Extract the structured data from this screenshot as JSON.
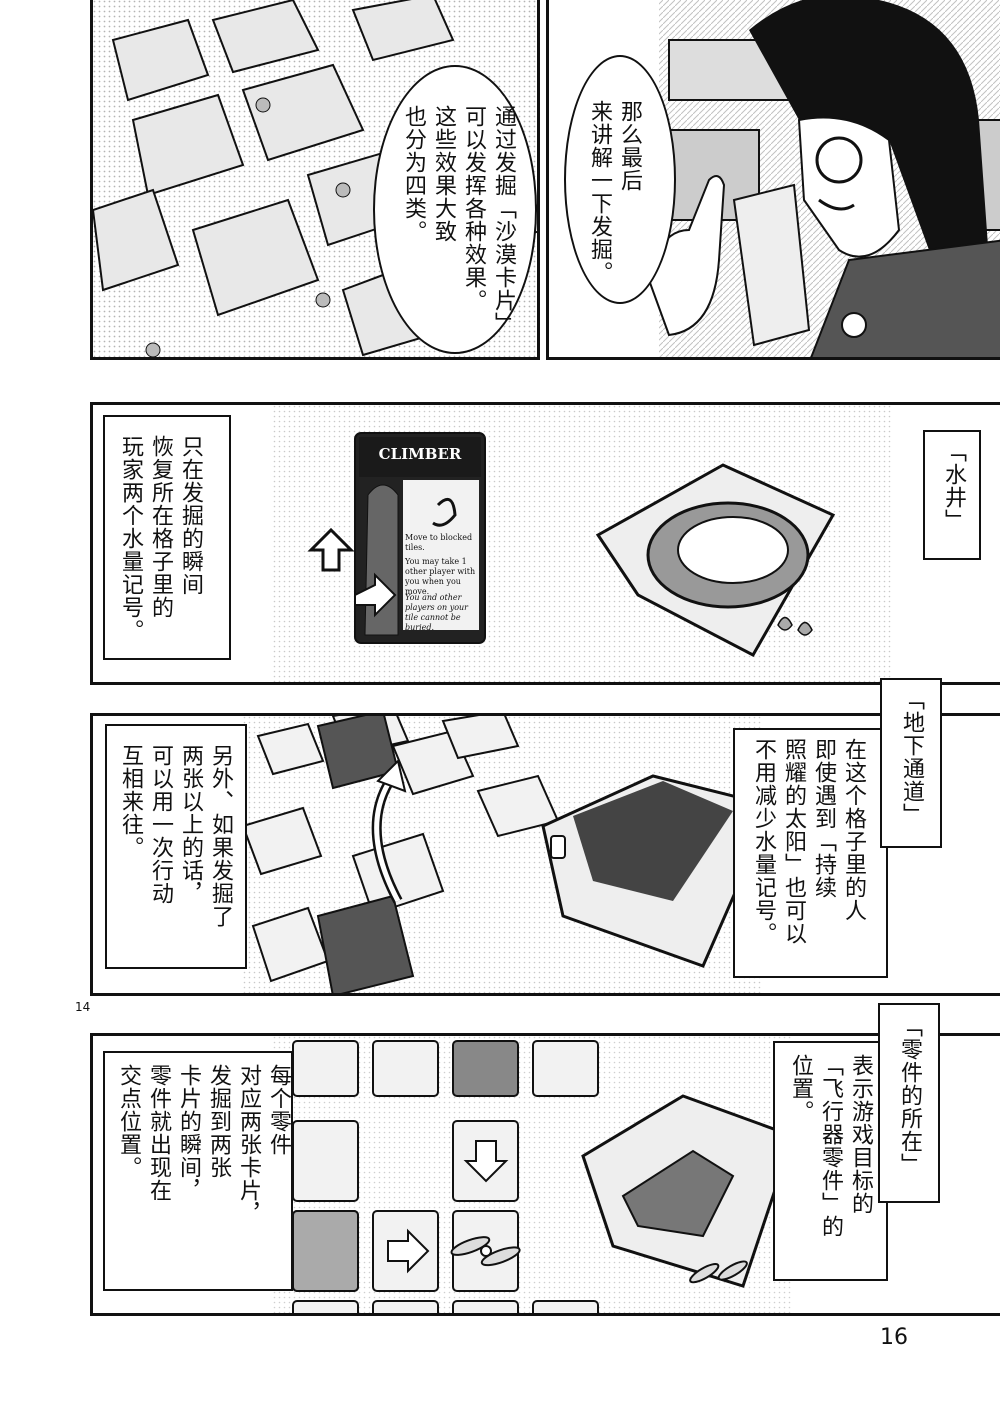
{
  "panel1": {
    "bubble_lines": [
      "通过发掘「沙漠卡片」",
      "可以发挥各种效果。",
      "这些效果大致",
      "也分为四类。"
    ]
  },
  "panel2": {
    "bubble_lines": [
      "那么最后",
      "来讲解一下发掘。"
    ]
  },
  "panel3": {
    "caption_lines": [
      "只在发掘的瞬间",
      "恢复所在格子里的",
      "玩家两个水量记号。"
    ],
    "label": "「水井」",
    "card": {
      "title": "CLIMBER",
      "line1": "Move to blocked tiles.",
      "line2": "You may take 1 other player with you when you move.",
      "line3": "You and other players on your tile cannot be buried."
    }
  },
  "panel4": {
    "caption_lines": [
      "另外、如果发掘了",
      "两张以上的话，",
      "可以用一次行动",
      "互相来往。"
    ],
    "right_lines": [
      "在这个格子里的人",
      "即使遇到「持续",
      "照耀的太阳」也可以",
      "不用减少水量记号。"
    ],
    "label": "「地下通道」"
  },
  "panel5": {
    "caption_lines": [
      "每个零件",
      "对应两张卡片，",
      "发掘到两张",
      "卡片的瞬间，",
      "零件就出现在",
      "交点位置。"
    ],
    "right_lines": [
      "表示游戏目标的",
      "「飞行器零件」的",
      "位置。"
    ],
    "label": "「零件的所在」"
  },
  "margin_number": "14",
  "page_number": "16"
}
